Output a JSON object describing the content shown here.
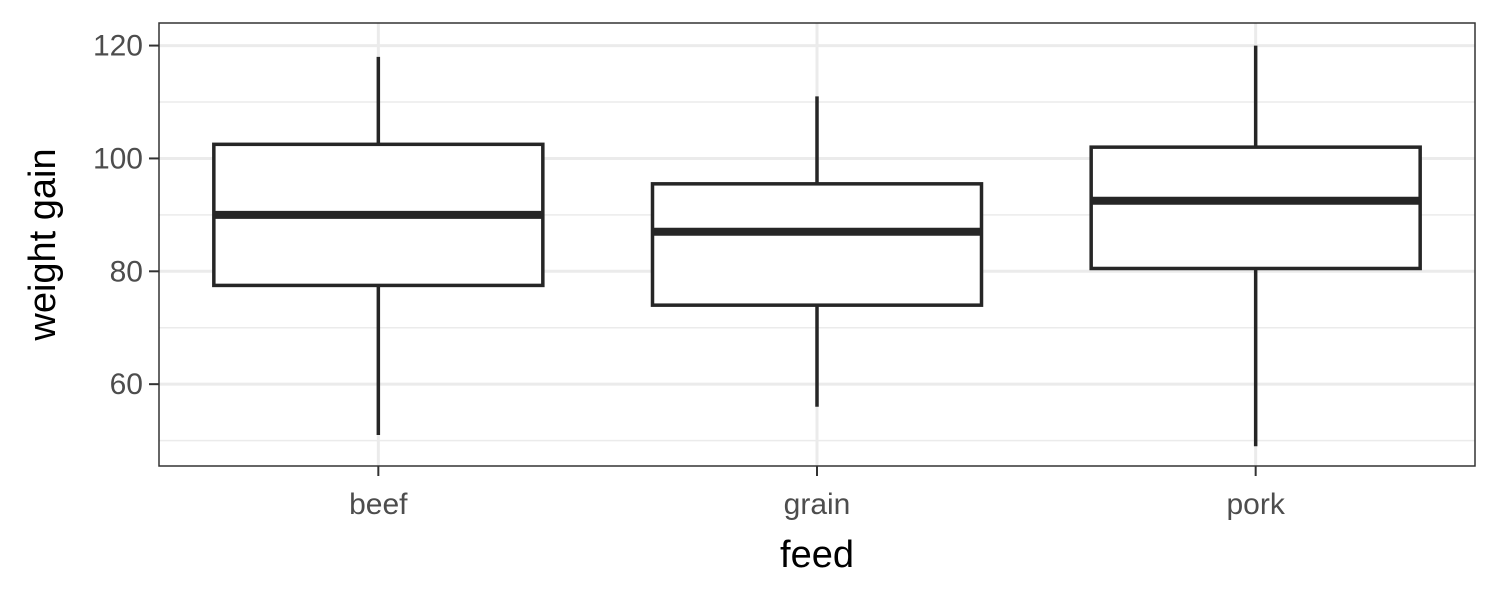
{
  "chart_data": {
    "type": "boxplot",
    "title": "",
    "xlabel": "feed",
    "ylabel": "weight gain",
    "categories": [
      "beef",
      "grain",
      "pork"
    ],
    "boxes": [
      {
        "category": "beef",
        "whisker_low": 51,
        "q1": 77.5,
        "median": 90,
        "q3": 102.5,
        "whisker_high": 118
      },
      {
        "category": "grain",
        "whisker_low": 56,
        "q1": 74,
        "median": 87,
        "q3": 95.5,
        "whisker_high": 111
      },
      {
        "category": "pork",
        "whisker_low": 49,
        "q1": 80.5,
        "median": 92.5,
        "q3": 102,
        "whisker_high": 120
      }
    ],
    "ylim": [
      45.5,
      124
    ],
    "yticks": [
      60,
      80,
      100,
      120
    ],
    "yticks_minor": [
      50,
      70,
      90,
      110
    ],
    "grid": true,
    "colors": {
      "box_stroke": "#262626",
      "box_fill": "#ffffff",
      "grid": "#ebebeb",
      "panel_border": "#333333"
    }
  }
}
